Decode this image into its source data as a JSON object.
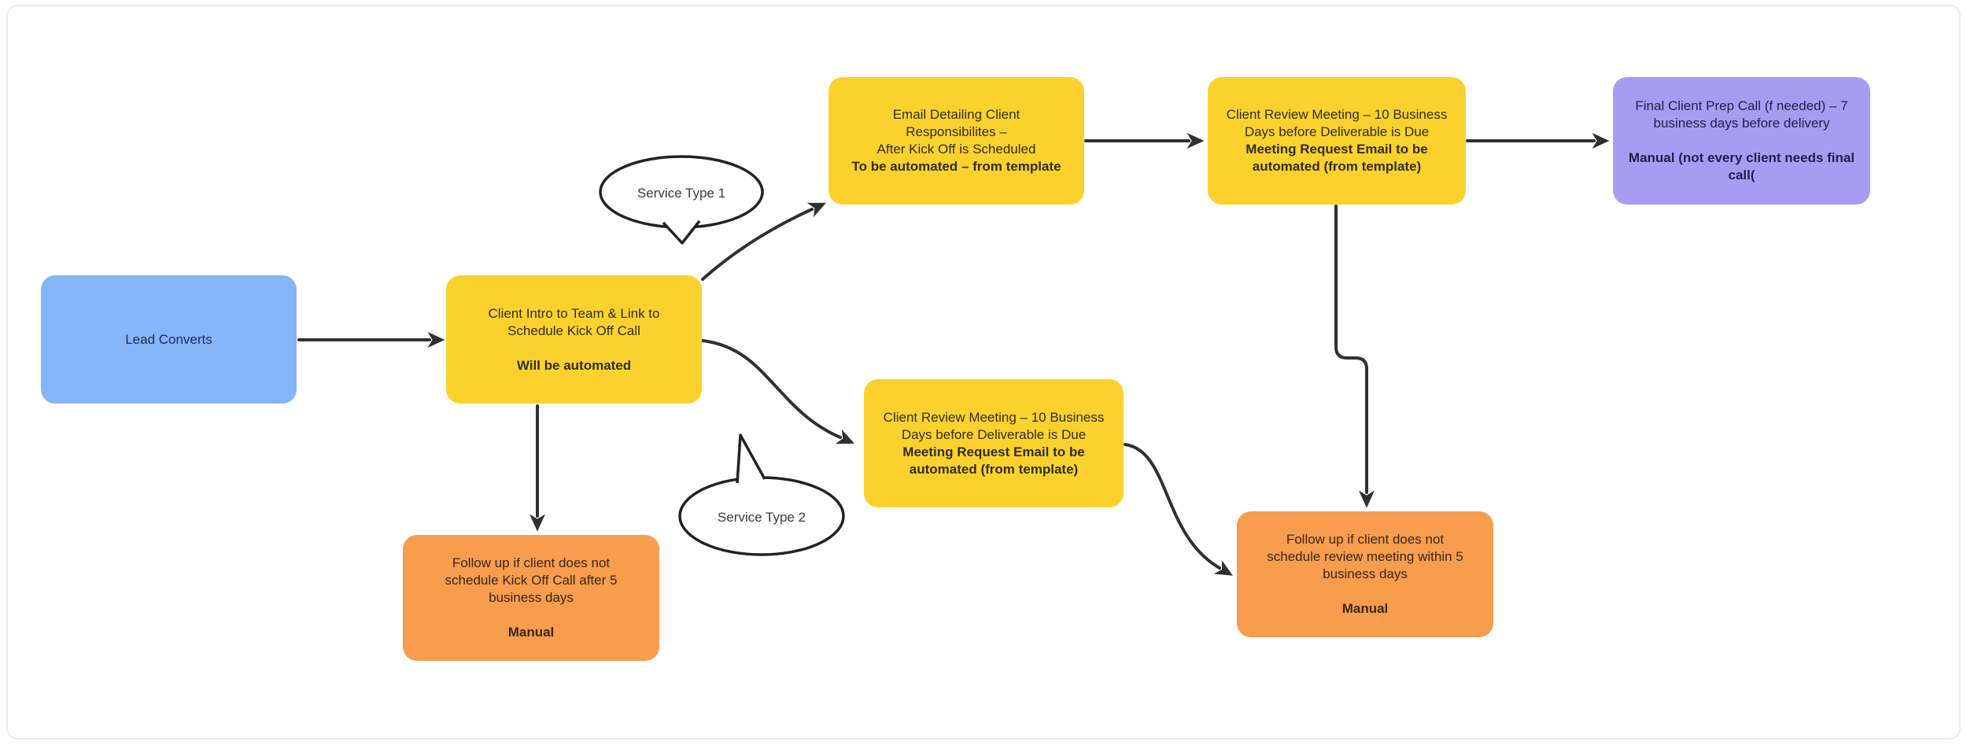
{
  "canvas": {
    "background": "#ffffff",
    "panel_border": "#ececec"
  },
  "colors": {
    "blue": "#85B5F8",
    "yellow": "#FBD22D",
    "orange": "#F89C4D",
    "purple": "#A89CF2",
    "line": "#303030",
    "bubble_border": "#222222",
    "text_on_blue": "#1d2c55",
    "text_on_yellow": "#312d1d",
    "text_on_orange": "#38291a",
    "text_on_purple": "#232048"
  },
  "diagram": {
    "type": "flowchart",
    "nodes": [
      {
        "id": "lead-converts",
        "color": "blue",
        "text": "Lead Converts",
        "bold_text": ""
      },
      {
        "id": "client-intro",
        "color": "yellow",
        "text": "Client Intro to Team & Link to\nSchedule Kick Off Call",
        "bold_text": "Will be automated"
      },
      {
        "id": "email-responsibilities",
        "color": "yellow",
        "text": "Email Detailing Client\nResponsibilites –\nAfter Kick Off is Scheduled",
        "bold_text": "To be automated – from template"
      },
      {
        "id": "review-meeting-service1",
        "color": "yellow",
        "text": "Client Review Meeting – 10 Business\nDays before Deliverable is Due",
        "bold_text": "Meeting Request Email to be\nautomated (from template)"
      },
      {
        "id": "final-prep-call",
        "color": "purple",
        "text": "Final Client Prep Call (f needed) – 7\nbusiness days before delivery",
        "bold_text": "Manual (not every client needs final\ncall("
      },
      {
        "id": "review-meeting-service2",
        "color": "yellow",
        "text": "Client Review Meeting – 10 Business\nDays before Deliverable is Due",
        "bold_text": "Meeting Request Email to be\nautomated (from template)"
      },
      {
        "id": "followup-kickoff",
        "color": "orange",
        "text": "Follow up if client does not\nschedule Kick Off Call after 5\nbusiness days",
        "bold_text": "Manual"
      },
      {
        "id": "followup-review",
        "color": "orange",
        "text": "Follow up if client does not\nschedule review meeting within 5\nbusiness days",
        "bold_text": "Manual"
      }
    ],
    "labels": [
      {
        "id": "service-type-1",
        "text": "Service Type 1"
      },
      {
        "id": "service-type-2",
        "text": "Service Type 2"
      }
    ],
    "edges": [
      {
        "from": "lead-converts",
        "to": "client-intro"
      },
      {
        "from": "client-intro",
        "to": "email-responsibilities",
        "branch": "Service Type 1"
      },
      {
        "from": "client-intro",
        "to": "review-meeting-service2",
        "branch": "Service Type 2"
      },
      {
        "from": "client-intro",
        "to": "followup-kickoff"
      },
      {
        "from": "email-responsibilities",
        "to": "review-meeting-service1"
      },
      {
        "from": "review-meeting-service1",
        "to": "final-prep-call"
      },
      {
        "from": "review-meeting-service1",
        "to": "followup-review"
      },
      {
        "from": "review-meeting-service2",
        "to": "followup-review"
      }
    ]
  }
}
